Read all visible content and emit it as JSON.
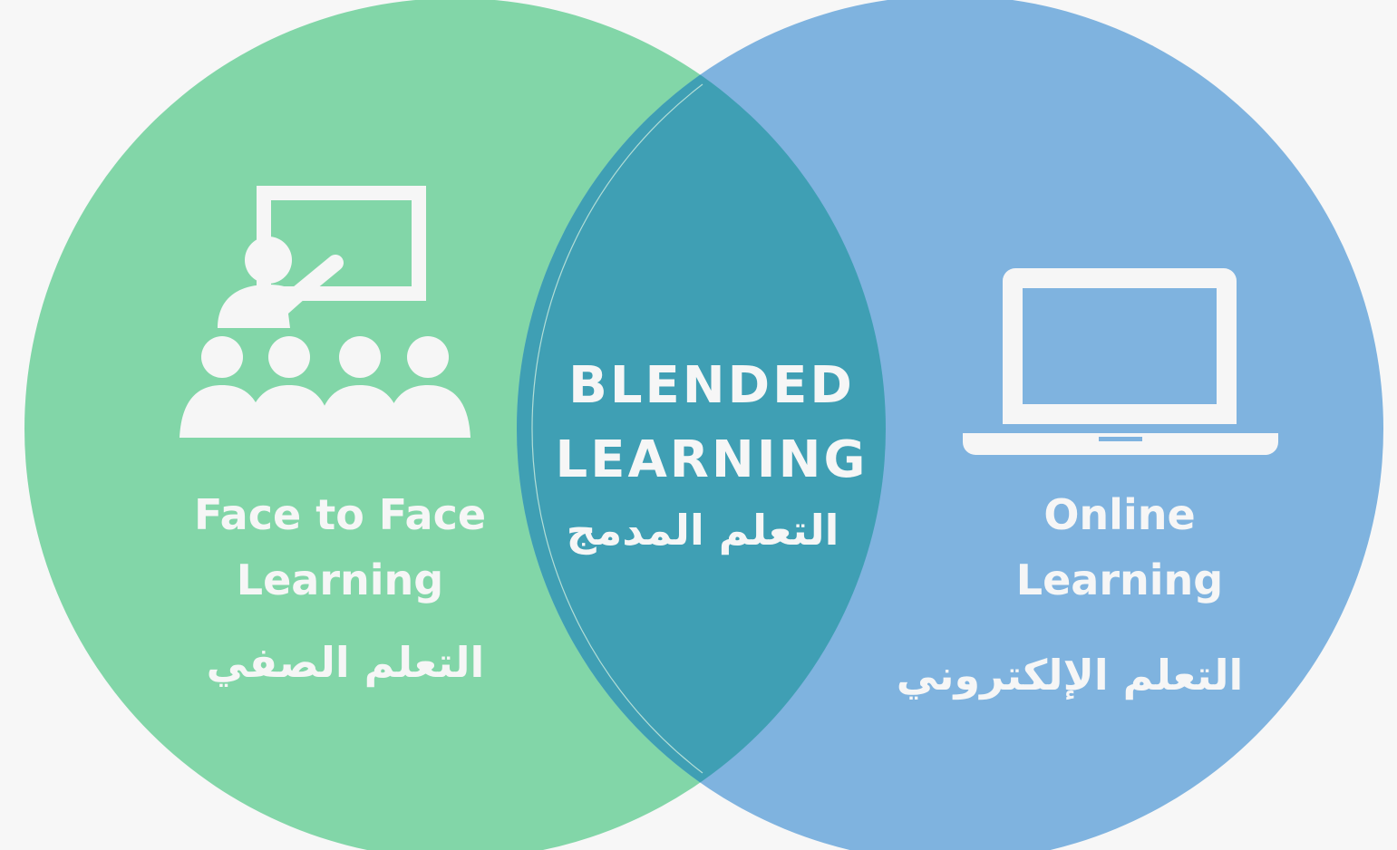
{
  "colors": {
    "background": "#f7f7f7",
    "left_circle": "#82d6a8",
    "right_circle": "#7fb3df",
    "intersection": "#3f9fb4",
    "text": "#f6f6f6"
  },
  "left": {
    "icon": "classroom-teacher-icon",
    "title_line1": "Face to Face",
    "title_line2": "Learning",
    "arabic": "التعلم الصفي"
  },
  "center": {
    "title_line1": "BLENDED",
    "title_line2": "LEARNING",
    "arabic": "التعلم المدمج"
  },
  "right": {
    "icon": "laptop-icon",
    "title_line1": "Online",
    "title_line2": "Learning",
    "arabic": "التعلم الإلكتروني"
  }
}
